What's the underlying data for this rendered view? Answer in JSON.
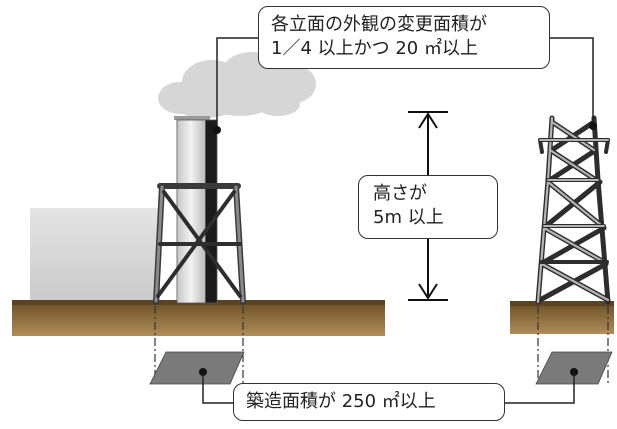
{
  "callouts": {
    "facade_area": {
      "line1": "各立面の外観の変更面積が",
      "line2": "1／4 以上かつ 20 ㎡以上"
    },
    "height": {
      "line1": "高さが",
      "line2": "5m 以上"
    },
    "building_area": {
      "text": "築造面積が 250 ㎡以上"
    }
  },
  "colors": {
    "ground_dark": "#6e5228",
    "ground_light": "#b08d5a",
    "smoke": "#d6d6d6",
    "building": "#d2d2d2",
    "chimney_light": "#e4e4e4",
    "chimney_dark": "#1a1a1a",
    "footprint": "#7a7a7a"
  },
  "icons": {
    "height_marker": "double-arrow-vertical-icon",
    "leader_dot": "dot-icon"
  }
}
